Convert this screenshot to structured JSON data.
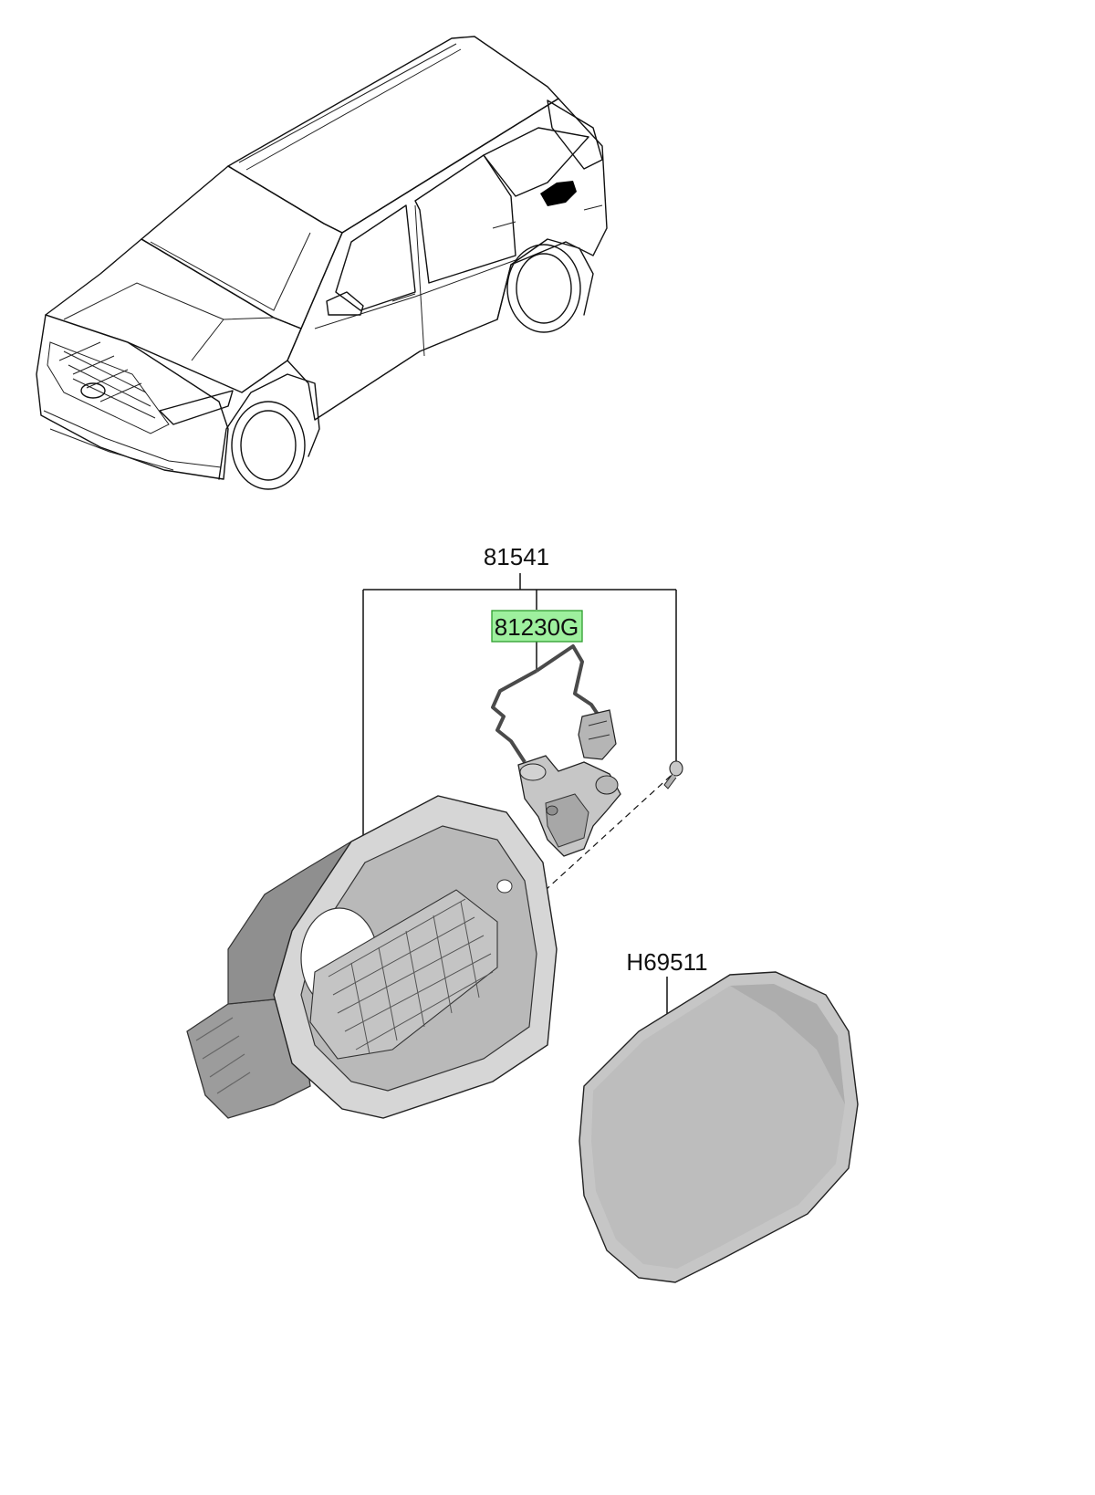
{
  "callouts": {
    "assembly": {
      "part_no": "81541"
    },
    "actuator": {
      "part_no": "81230G",
      "highlighted": true
    },
    "fuel_door": {
      "part_no": "H69511"
    }
  },
  "colors": {
    "highlight_fill": "#9ef09e",
    "highlight_stroke": "#2e9e2e",
    "part_fill": "#c8c8c8",
    "part_shade": "#a9a9a9",
    "line": "#111111"
  }
}
